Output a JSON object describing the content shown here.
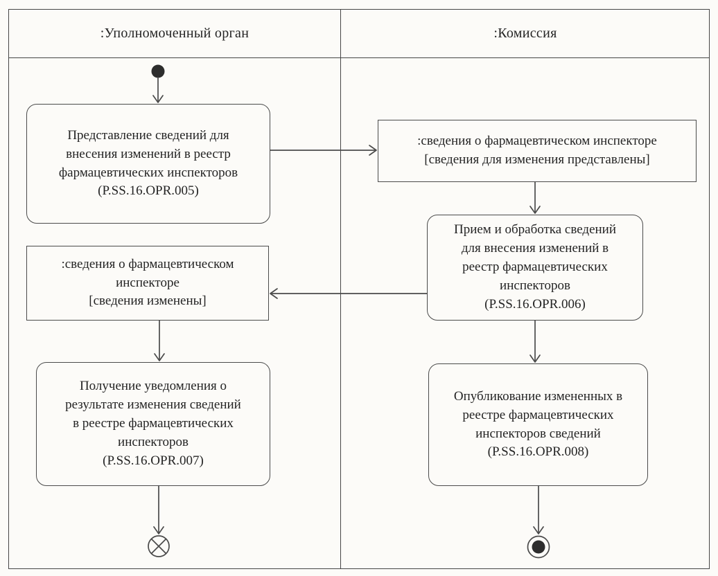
{
  "diagram": {
    "type": "uml-activity-swimlane",
    "lanes": [
      {
        "id": "authorized-body",
        "label": ":Уполномоченный орган"
      },
      {
        "id": "commission",
        "label": ":Комиссия"
      }
    ],
    "nodes": {
      "opr005": {
        "kind": "action",
        "lane": "authorized-body",
        "label": "Представление сведений для\nвнесения изменений в реестр\nфармацевтических инспекторов\n(P.SS.16.OPR.005)"
      },
      "infoSubmitted": {
        "kind": "object",
        "lane": "commission",
        "label": ":сведения о фармацевтическом инспекторе\n[сведения для изменения представлены]"
      },
      "opr006": {
        "kind": "action",
        "lane": "commission",
        "label": "Прием и обработка сведений\nдля внесения изменений в\nреестр фармацевтических\nинспекторов\n(P.SS.16.OPR.006)"
      },
      "infoChanged": {
        "kind": "object",
        "lane": "authorized-body",
        "label": ":сведения о фармацевтическом\nинспекторе\n[сведения изменены]"
      },
      "opr007": {
        "kind": "action",
        "lane": "authorized-body",
        "label": "Получение уведомления о\nрезультате изменения сведений\nв реестре фармацевтических\nинспекторов\n(P.SS.16.OPR.007)"
      },
      "opr008": {
        "kind": "action",
        "lane": "commission",
        "label": "Опубликование измененных в\nреестре фармацевтических\nинспекторов сведений\n(P.SS.16.OPR.008)"
      }
    },
    "control_nodes": {
      "initial": "initial-node",
      "flow_final": "flow-final-node",
      "activity_final": "activity-final-node"
    },
    "colors": {
      "line": "#4a4a4a",
      "text": "#242424",
      "paper": "#fcfbf8",
      "node_fill": "#2d2d2d"
    }
  }
}
